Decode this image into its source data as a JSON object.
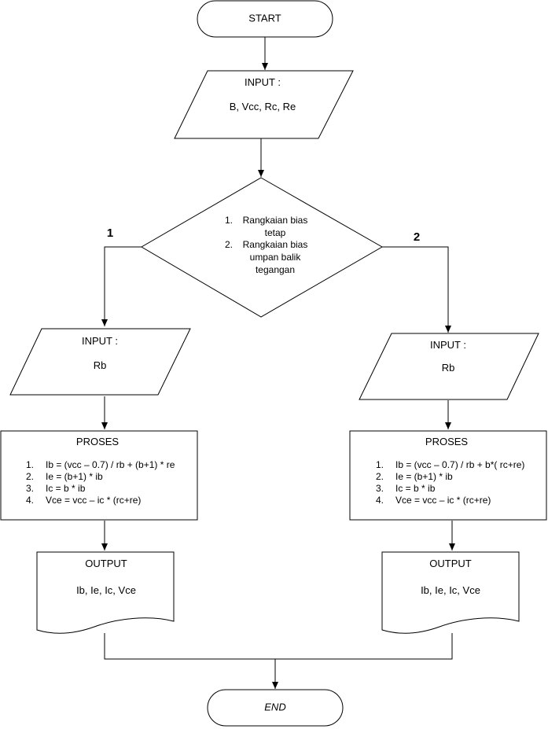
{
  "start": {
    "label": "START"
  },
  "input_main": {
    "title": "INPUT :",
    "values": "B, Vcc, Rc, Re"
  },
  "decision": {
    "options": [
      {
        "num": "1.",
        "lines": [
          "Rangkaian bias",
          "tetap"
        ]
      },
      {
        "num": "2.",
        "lines": [
          "Rangkaian bias",
          "umpan balik",
          "tegangan"
        ]
      }
    ],
    "branch_left": "1",
    "branch_right": "2"
  },
  "left": {
    "input": {
      "title": "INPUT :",
      "value": "Rb"
    },
    "process": {
      "title": "PROSES",
      "steps": [
        {
          "num": "1.",
          "text": "Ib = (vcc – 0.7) / rb + (b+1) * re"
        },
        {
          "num": "2.",
          "text": "Ie = (b+1) * ib"
        },
        {
          "num": "3.",
          "text": "Ic = b * ib"
        },
        {
          "num": "4.",
          "text": "Vce = vcc – ic * (rc+re)"
        }
      ]
    },
    "output": {
      "title": "OUTPUT",
      "value": "Ib, Ie, Ic, Vce"
    }
  },
  "right": {
    "input": {
      "title": "INPUT :",
      "value": "Rb"
    },
    "process": {
      "title": "PROSES",
      "steps": [
        {
          "num": "1.",
          "text": "Ib = (vcc – 0.7) / rb + b*( rc+re)"
        },
        {
          "num": "2.",
          "text": "Ie = (b+1) * ib"
        },
        {
          "num": "3.",
          "text": "Ic = b * ib"
        },
        {
          "num": "4.",
          "text": "Vce = vcc – ic * (rc+re)"
        }
      ]
    },
    "output": {
      "title": "OUTPUT",
      "value": "Ib, Ie, Ic, Vce"
    }
  },
  "end": {
    "label": "END"
  }
}
